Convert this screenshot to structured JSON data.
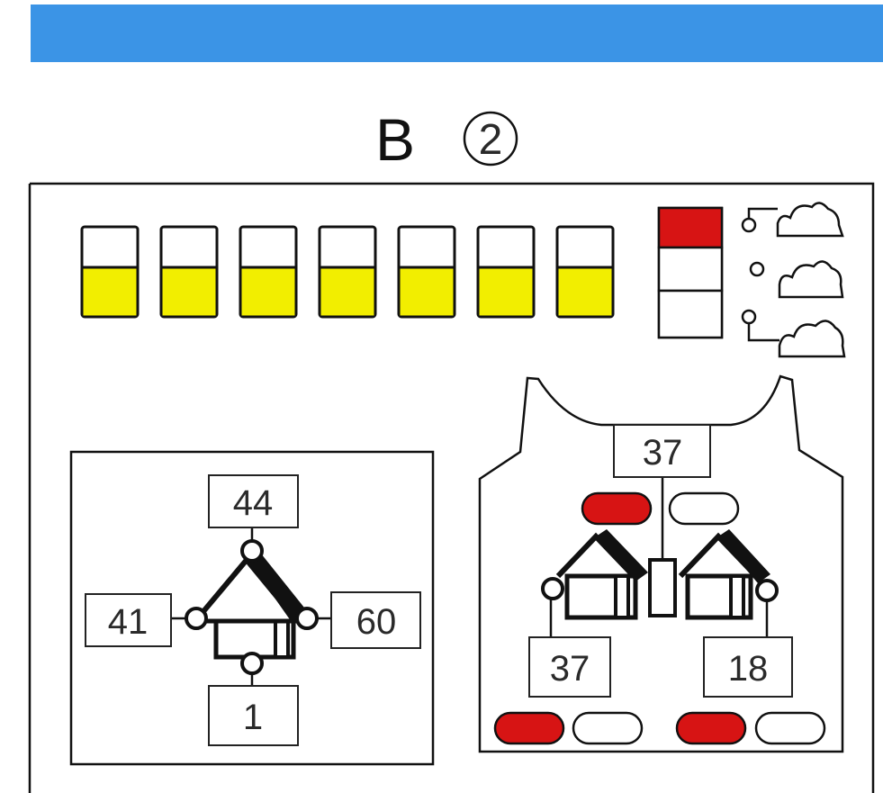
{
  "title": {
    "letter": "B",
    "number": "2"
  },
  "colors": {
    "band": "#3b94e6",
    "yellow": "#f2ee00",
    "red": "#d71414",
    "line": "#111111"
  },
  "top_row": {
    "gauge_count": 7,
    "fill_level": 0.55,
    "stack_active_index": 0,
    "cloud_icon": "cloud-icon"
  },
  "left_panel": {
    "top_label": "44",
    "left_label": "41",
    "right_label": "60",
    "bottom_label": "1"
  },
  "right_panel": {
    "top_label": "37",
    "left_label": "37",
    "right_label": "18",
    "pills": {
      "top": [
        "red",
        "white"
      ],
      "left": [
        "red",
        "white"
      ],
      "right": [
        "red",
        "white"
      ]
    }
  }
}
